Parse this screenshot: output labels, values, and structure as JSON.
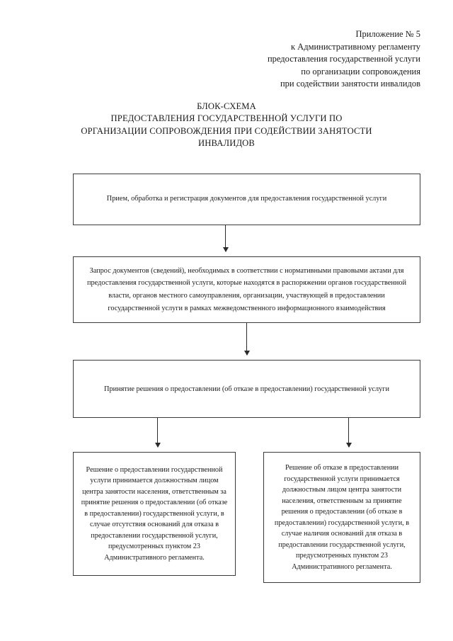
{
  "header": {
    "lines": [
      "Приложение № 5",
      "к Административному регламенту",
      "предоставления государственной услуги",
      "по организации сопровождения",
      "при содействии занятости инвалидов"
    ]
  },
  "title": {
    "lines": [
      "БЛОК-СХЕМА",
      "ПРЕДОСТАВЛЕНИЯ ГОСУДАРСТВЕННОЙ УСЛУГИ ПО",
      "ОРГАНИЗАЦИИ СОПРОВОЖДЕНИЯ ПРИ СОДЕЙСТВИИ ЗАНЯТОСТИ",
      "ИНВАЛИДОВ"
    ]
  },
  "flowchart": {
    "type": "flowchart",
    "orientation": "top-to-bottom",
    "nodes": [
      {
        "id": "intake",
        "text": "Прием, обработка и регистрация документов для предоставления государственной услуги"
      },
      {
        "id": "request",
        "text": "Запрос документов (сведений), необходимых в соответствии с нормативными правовыми актами для предоставления государственной услуги, которые находятся в распоряжении органов государственной власти, органов местного самоуправления, организации, участвующей в предоставлении государственной услуги в рамках межведомственного информационного взаимодействия"
      },
      {
        "id": "decision",
        "text": "Принятие решения о предоставлении (об отказе в предоставлении) государственной услуги"
      },
      {
        "id": "grant",
        "text": "Решение о предоставлении государственной услуги принимается должностным лицом центра занятости населения, ответственным за принятие решения о предоставлении (об отказе в предоставлении) государственной услуги, в случае отсутствия оснований для отказа в предоставлении государственной услуги, предусмотренных пунктом 23 Административного регламента."
      },
      {
        "id": "refuse",
        "text": "Решение об отказе в предоставлении государственной услуги принимается должностным лицом центра занятости населения, ответственным за принятие решения о предоставлении (об отказе в предоставлении) государственной услуги, в случае наличия оснований для отказа в предоставлении государственной услуги, предусмотренных пунктом 23 Административного регламента."
      }
    ],
    "edges": [
      {
        "from": "intake",
        "to": "request"
      },
      {
        "from": "request",
        "to": "decision"
      },
      {
        "from": "decision",
        "to": "grant"
      },
      {
        "from": "decision",
        "to": "refuse"
      }
    ]
  },
  "colors": {
    "page_background": "#ffffff",
    "text": "#1a1a1a",
    "box_border": "#3a3a3a",
    "connector": "#2b2b2b"
  }
}
